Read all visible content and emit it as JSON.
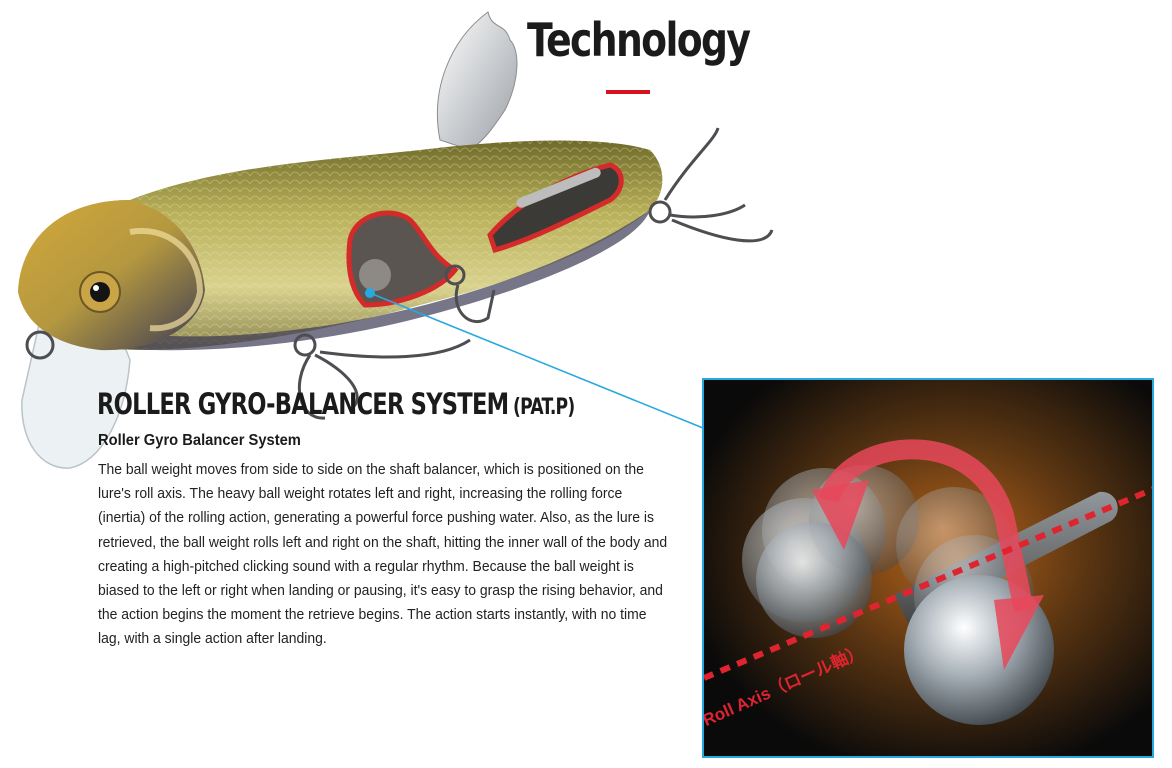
{
  "header": {
    "title": "Technology",
    "accent_color": "#d6121c"
  },
  "feature": {
    "heading": "ROLLER GYRO-BALANCER SYSTEM",
    "patent": "(PAT.P)",
    "subheading": "Roller Gyro Balancer System",
    "description": "The ball weight moves from side to side on the shaft balancer, which is positioned on the lure's roll axis. The heavy ball weight rotates left and right, increasing the rolling force (inertia) of the rolling action, generating a powerful force pushing water. Also, as the lure is retrieved, the ball weight rolls left and right on the shaft, hitting the inner wall of the body and creating a high-pitched clicking sound with a regular rhythm. Because the ball weight is biased to the left or right when landing or pausing, it's easy to grasp the rising behavior, and the action begins the moment the retrieve begins. The action starts instantly, with no time lag, with a single action after landing."
  },
  "detail": {
    "axis_label": "Roll Axis（ロール軸）",
    "callout_color": "#29a8e0",
    "axis_color": "#e0242f"
  }
}
